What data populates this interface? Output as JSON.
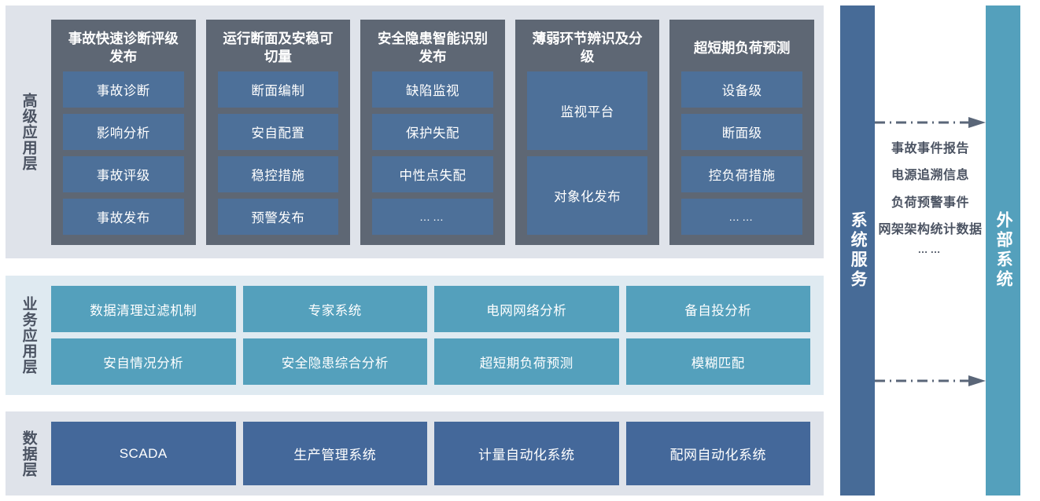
{
  "layers": [
    {
      "id": "advanced-application",
      "label": "高级应用层",
      "pillars": [
        {
          "title": "事故快速诊断评级发布",
          "items": [
            "事故诊断",
            "影响分析",
            "事故评级",
            "事故发布"
          ]
        },
        {
          "title": "运行断面及安稳可切量",
          "items": [
            "断面编制",
            "安自配置",
            "稳控措施",
            "预警发布"
          ]
        },
        {
          "title": "安全隐患智能识别发布",
          "items": [
            "缺陷监视",
            "保护失配",
            "中性点失配",
            "……"
          ]
        },
        {
          "title": "薄弱环节辨识及分级",
          "items": [
            "监视平台",
            "对象化发布"
          ]
        },
        {
          "title": "超短期负荷预测",
          "items": [
            "设备级",
            "断面级",
            "控负荷措施",
            "……"
          ]
        }
      ]
    },
    {
      "id": "business-application",
      "label": "业务应用层",
      "boxes": [
        "数据清理过滤机制",
        "专家系统",
        "电网网络分析",
        "备自投分析",
        "安自情况分析",
        "安全隐患综合分析",
        "超短期负荷预测",
        "模糊匹配"
      ]
    },
    {
      "id": "data-layer",
      "label": "数据层",
      "boxes": [
        "SCADA",
        "生产管理系统",
        "计量自动化系统",
        "配网自动化系统"
      ]
    }
  ],
  "right": {
    "system_service_label": "系统服务",
    "external_system_label": "外部系统",
    "flow_labels": [
      "事故事件报告",
      "电源追溯信息",
      "负荷预警事件",
      "网架架构统计数据",
      "……"
    ]
  },
  "colors": {
    "layer_bg_gray": "#dfe3ea",
    "layer_bg_blue": "#dfeaf1",
    "pillar_bg": "#5e6774",
    "pill_bg": "#4d7099",
    "business_box": "#54a0bc",
    "data_box": "#44689a",
    "system_service_bar": "#476b97",
    "external_system_bar": "#54a0bc",
    "text_dark": "#4b5362",
    "arrow": "#5a6678"
  }
}
